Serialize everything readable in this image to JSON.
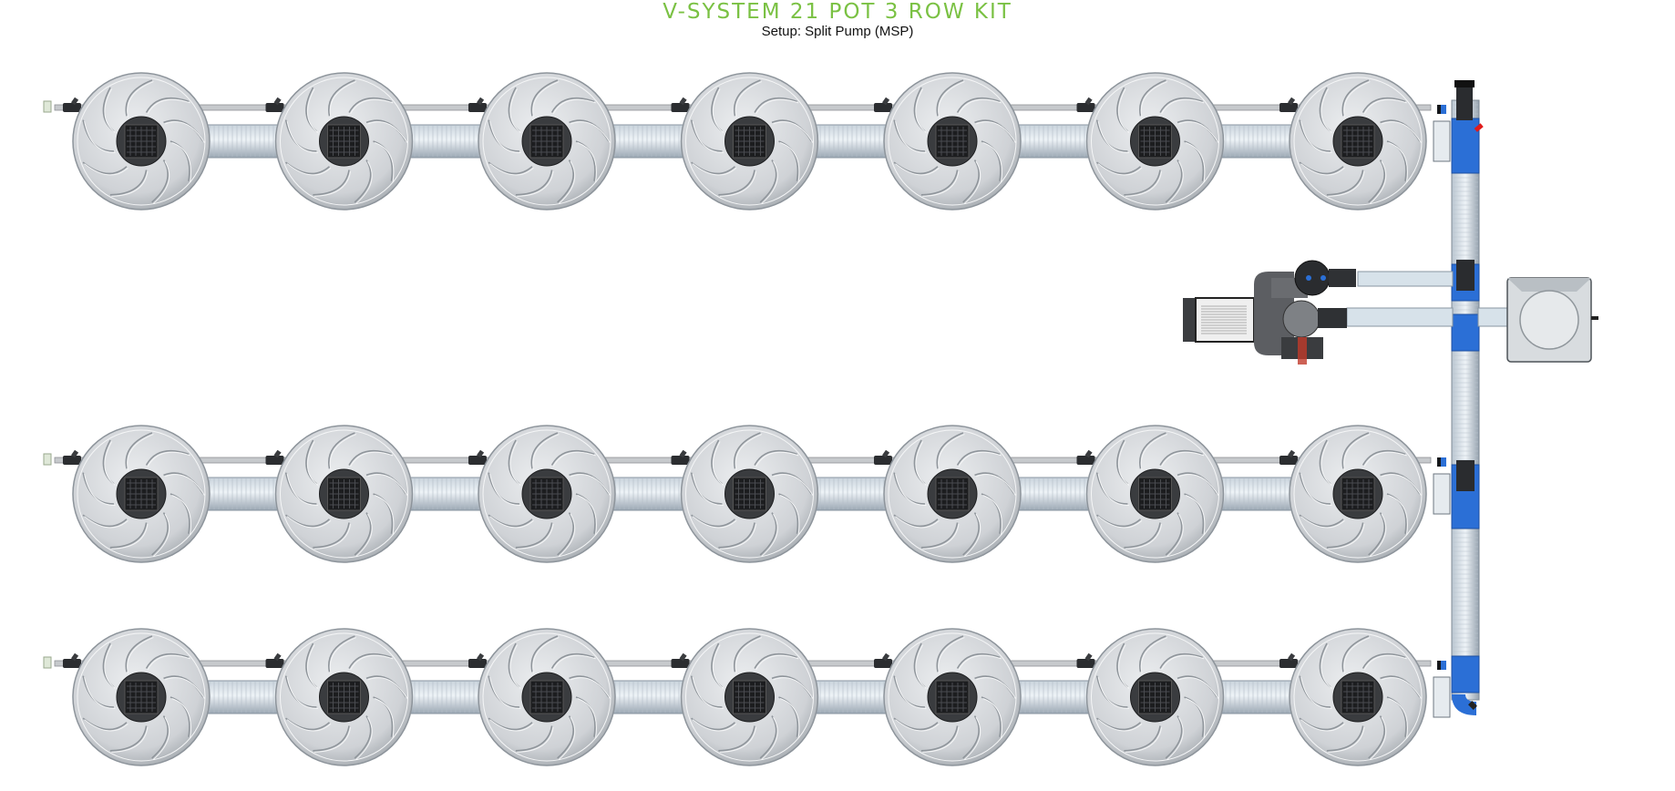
{
  "header": {
    "title": "V-SYSTEM 21 POT 3 ROW KIT",
    "subtitle": "Setup: Split Pump (MSP)"
  },
  "layout": {
    "rows": 3,
    "pots_per_row": 7,
    "total_pots": 21
  },
  "colors": {
    "title_green": "#7ac143",
    "pipe_blue": "#2b6fd6",
    "pot_grey": "#d3d5d8",
    "drain_black": "#2a2a2a"
  },
  "icons": [
    "pot-icon",
    "pump-icon",
    "reservoir-icon",
    "valve-icon",
    "elbow-fitting-icon"
  ]
}
